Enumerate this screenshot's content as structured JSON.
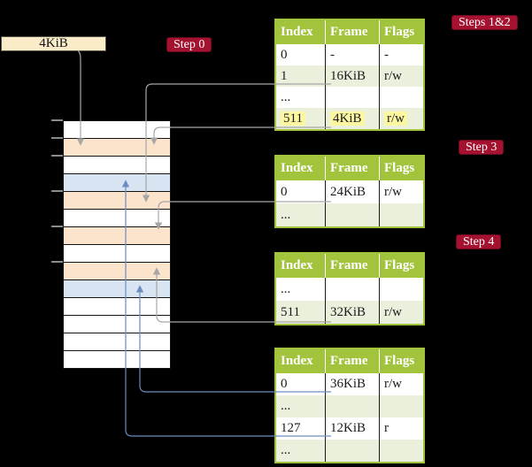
{
  "colors": {
    "background": "#000000",
    "badge_red": "#A41230",
    "table_header_green": "#A2C33C",
    "table_row_green": "#EAF0DC",
    "highlight_yellow": "#FDF7A1",
    "frame_orange": "#FBE3CC",
    "frame_blue": "#D8E4F2",
    "arrow_gray": "#A6A6A6",
    "arrow_blue": "#6C8CBF",
    "box_cream": "#FAECC9"
  },
  "page_size_box": {
    "label": "4KiB"
  },
  "badges": {
    "step0": "Step 0",
    "steps12": "Steps 1&2",
    "step3": "Step 3",
    "step4": "Step 4"
  },
  "memory": {
    "rows": [
      "white",
      "orange",
      "white",
      "blue",
      "orange",
      "white",
      "orange",
      "white",
      "orange",
      "blue",
      "white",
      "white",
      "white",
      "white"
    ]
  },
  "tables": {
    "t1": {
      "headers": [
        "Index",
        "Frame",
        "Flags"
      ],
      "rows": [
        [
          "0",
          "-",
          "-"
        ],
        [
          "1",
          "16KiB",
          "r/w"
        ],
        [
          "...",
          "",
          ""
        ],
        [
          "511",
          "4KiB",
          "r/w"
        ]
      ]
    },
    "t2": {
      "headers": [
        "Index",
        "Frame",
        "Flags"
      ],
      "rows": [
        [
          "0",
          "24KiB",
          "r/w"
        ],
        [
          "...",
          "",
          ""
        ]
      ]
    },
    "t3": {
      "headers": [
        "Index",
        "Frame",
        "Flags"
      ],
      "rows": [
        [
          "...",
          "",
          ""
        ],
        [
          "511",
          "32KiB",
          "r/w"
        ]
      ]
    },
    "t4": {
      "headers": [
        "Index",
        "Frame",
        "Flags"
      ],
      "rows": [
        [
          "0",
          "36KiB",
          "r/w"
        ],
        [
          "...",
          "",
          ""
        ],
        [
          "127",
          "12KiB",
          "r"
        ],
        [
          "...",
          "",
          ""
        ]
      ]
    }
  }
}
